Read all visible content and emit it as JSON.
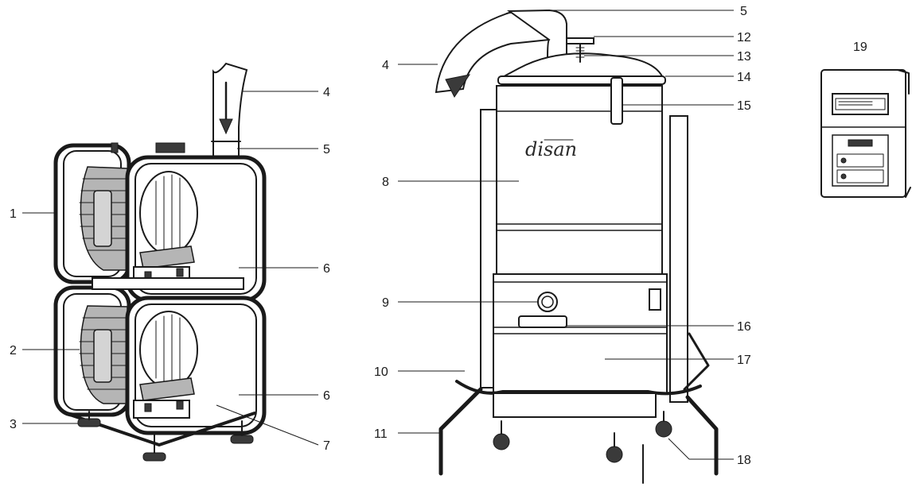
{
  "callouts": {
    "c1": "1",
    "c2": "2",
    "c3": "3",
    "c4a": "4",
    "c5a": "5",
    "c6a": "6",
    "c6b": "6",
    "c7": "7",
    "c4b": "4",
    "c5b": "5",
    "c8": "8",
    "c9": "9",
    "c10": "10",
    "c11": "11",
    "c12": "12",
    "c13": "13",
    "c14": "14",
    "c15": "15",
    "c16": "16",
    "c17": "17",
    "c18": "18",
    "c19": "19"
  },
  "brand_logo_text": "disan"
}
